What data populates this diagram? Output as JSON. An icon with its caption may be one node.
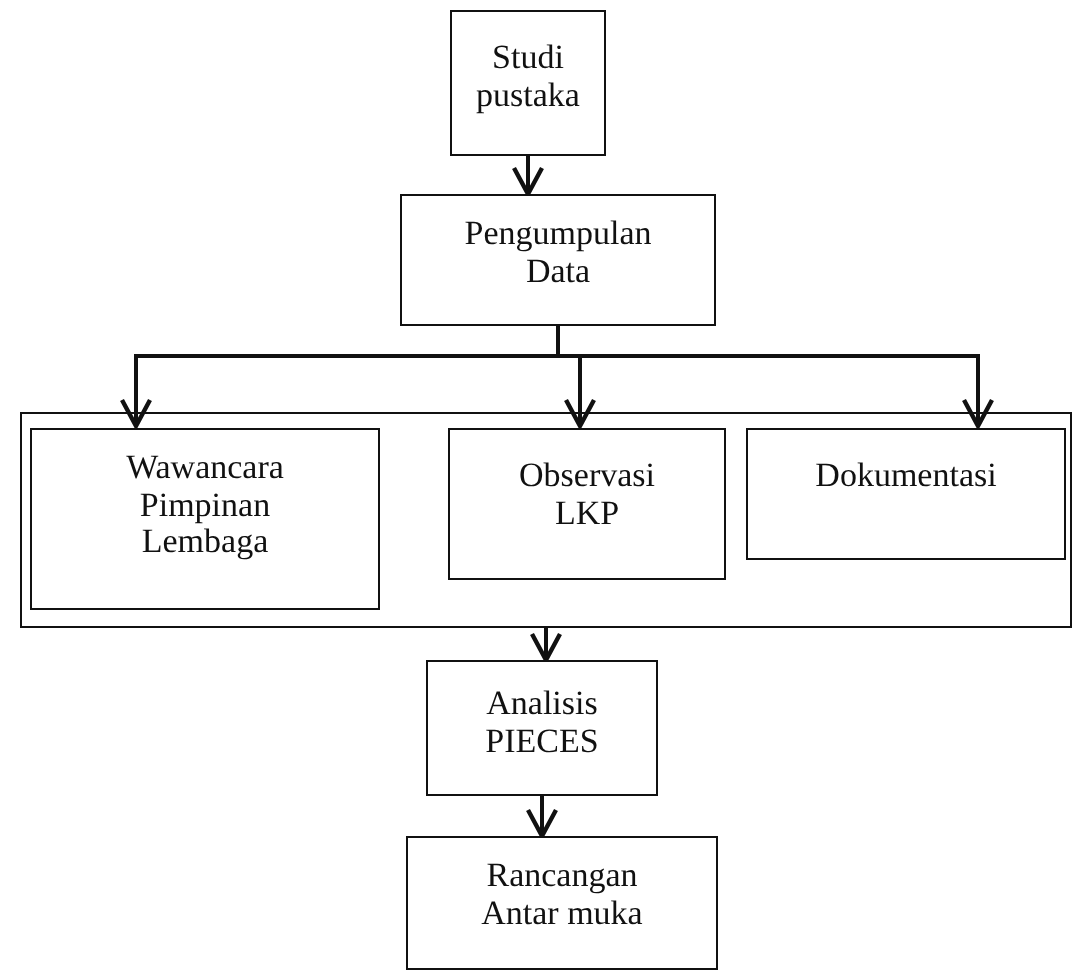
{
  "diagram": {
    "nodes": [
      {
        "text": [
          "Studi pustaka"
        ]
      },
      {
        "text": [
          "Pengumpulan Data"
        ]
      },
      {
        "text": [],
        "shape": "box"
      },
      {
        "text": [
          "Wawancara Pimpinan Lembaga"
        ],
        "in": 2
      },
      {
        "text": [
          "Observasi LKP"
        ],
        "in": 2
      },
      {
        "text": [
          "Dokumentasi"
        ],
        "in": 2
      },
      {
        "text": [
          "Analisis PIECES"
        ]
      },
      {
        "text": [
          "Rancangan Antar muka"
        ]
      }
    ],
    "edges": [
      {
        "from": 0,
        "to": 1,
        "arrow": "to"
      },
      {
        "from": 1,
        "to": 3,
        "arrow": "to"
      },
      {
        "from": 1,
        "to": 4,
        "arrow": "to"
      },
      {
        "from": 1,
        "to": 5,
        "arrow": "to"
      },
      {
        "from": 2,
        "to": 6,
        "arrow": "to"
      },
      {
        "from": 6,
        "to": 7,
        "arrow": "to"
      }
    ]
  }
}
